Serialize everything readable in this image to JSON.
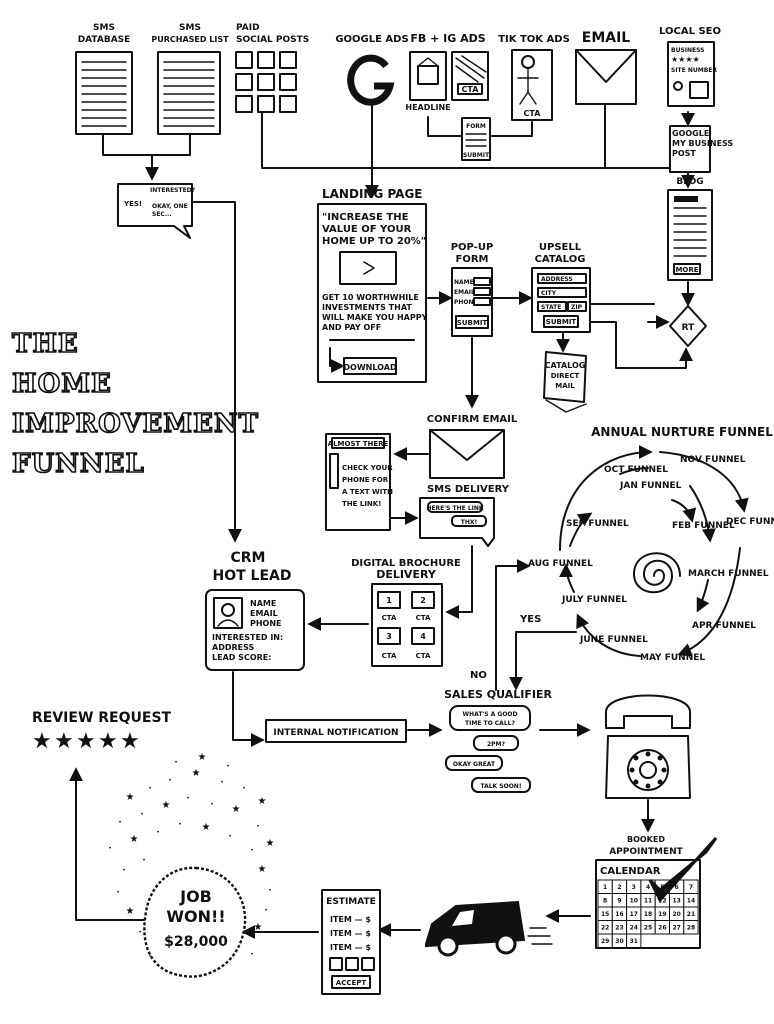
{
  "title": [
    "THE",
    "HOME",
    "IMPROVEMENT",
    "FUNNEL"
  ],
  "sources": {
    "sms_database": [
      "SMS",
      "DATABASE"
    ],
    "sms_purchased": [
      "SMS",
      "PURCHASED LIST"
    ],
    "paid_social": [
      "PAID",
      "SOCIAL POSTS"
    ],
    "google_ads": "GOOGLE ADS",
    "fb_ig_ads": "FB + IG ADS",
    "fb_headline": "HEADLINE",
    "fb_cta": "CTA",
    "tiktok_ads": "TIK TOK ADS",
    "tiktok_cta": "CTA",
    "form_top": "FORM",
    "form_bottom": "SUBMIT",
    "email": "EMAIL",
    "local_seo": "LOCAL SEO",
    "business_card": [
      "BUSINESS",
      "SITE NUMBER"
    ],
    "gmb_post": [
      "GOOGLE",
      "MY BUSINESS",
      "POST"
    ],
    "blog": "BLOG",
    "blog_more": "MORE"
  },
  "sms_bubble": {
    "interested": "INTERESTED?",
    "yes": "YES!",
    "okay": [
      "OKAY, ONE",
      "SEC..."
    ]
  },
  "landing": {
    "heading": "LANDING PAGE",
    "headline": [
      "\"INCREASE THE",
      "VALUE OF YOUR",
      "HOME UP TO 20%\""
    ],
    "body": [
      "GET 10 WORTHWHILE",
      "INVESTMENTS THAT",
      "WILL MAKE YOU HAPPY",
      "AND PAY OFF"
    ],
    "button": "DOWNLOAD"
  },
  "popup": {
    "heading": [
      "POP-UP",
      "FORM"
    ],
    "fields": [
      "NAME",
      "EMAIL",
      "PHONE"
    ],
    "button": "SUBMIT"
  },
  "upsell": {
    "heading": [
      "UPSELL",
      "CATALOG"
    ],
    "fields": [
      "ADDRESS",
      "CITY",
      "STATE",
      "ZIP"
    ],
    "button": "SUBMIT"
  },
  "rt": "RT",
  "catalog": [
    "CATALOG",
    "DIRECT",
    "MAIL"
  ],
  "confirm_email": "CONFIRM EMAIL",
  "almost_there": {
    "header": "ALMOST THERE",
    "body": [
      "CHECK YOUR",
      "PHONE FOR",
      "A TEXT WITH",
      "THE LINK!"
    ]
  },
  "sms_delivery": {
    "heading": "SMS DELIVERY",
    "msg1": "HERE'S THE LINK",
    "msg2": "THX!"
  },
  "brochure": {
    "heading": [
      "DIGITAL BROCHURE",
      "DELIVERY"
    ],
    "cells": [
      "1",
      "2",
      "3",
      "4"
    ],
    "cta": "CTA"
  },
  "crm": {
    "heading": [
      "CRM",
      "HOT LEAD"
    ],
    "fields": [
      "NAME",
      "EMAIL",
      "PHONE"
    ],
    "lines": [
      "INTERESTED IN:",
      "ADDRESS",
      "LEAD SCORE:"
    ]
  },
  "nurture": {
    "heading": "ANNUAL NURTURE FUNNEL",
    "months": [
      "JAN FUNNEL",
      "FEB FUNNEL",
      "MARCH FUNNEL",
      "APR FUNNEL",
      "MAY FUNNEL",
      "JUNE FUNNEL",
      "JULY FUNNEL",
      "AUG FUNNEL",
      "SEP FUNNEL",
      "OCT FUNNEL",
      "NOV FUNNEL",
      "DEC FUNNEL"
    ]
  },
  "yes": "YES",
  "no": "NO",
  "sales_qualifier": {
    "heading": "SALES QUALIFIER",
    "msgs": [
      [
        "WHAT'S A GOOD",
        "TIME TO CALL?"
      ],
      [
        "2PM?"
      ],
      [
        "OKAY GREAT"
      ],
      [
        "TALK SOON!"
      ]
    ]
  },
  "internal_notification": "INTERNAL NOTIFICATION",
  "review": {
    "heading": "REVIEW REQUEST",
    "stars": 5
  },
  "job_won": {
    "line1": "JOB",
    "line2": "WON!!",
    "amount": "$28,000"
  },
  "estimate": {
    "heading": "ESTIMATE",
    "items": [
      "ITEM — $",
      "ITEM — $",
      "ITEM — $"
    ],
    "button": "ACCEPT"
  },
  "booked": [
    "BOOKED",
    "APPOINTMENT"
  ],
  "calendar": {
    "heading": "CALENDAR",
    "days": [
      "1",
      "2",
      "3",
      "4",
      "5",
      "6",
      "7",
      "8",
      "9",
      "10",
      "11",
      "12",
      "13",
      "14",
      "15",
      "16",
      "17",
      "18",
      "19",
      "20",
      "21",
      "22",
      "23",
      "24",
      "25",
      "26",
      "27",
      "28",
      "29",
      "30",
      "31"
    ]
  }
}
